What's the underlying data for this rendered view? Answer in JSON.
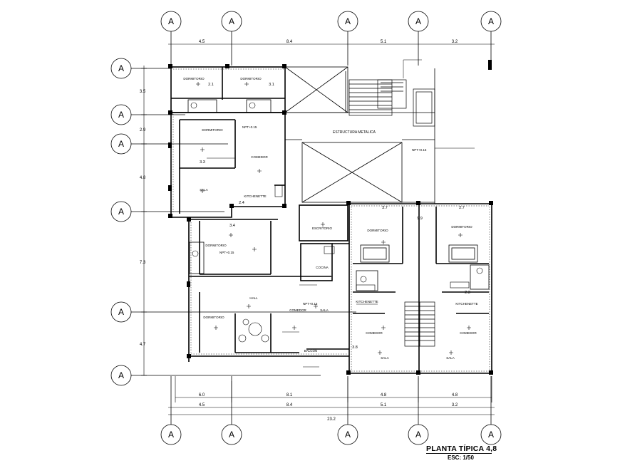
{
  "grid_bubble_label": "A",
  "dims_top": [
    "4.5",
    "8.4",
    "5.1",
    "3.2"
  ],
  "dims_bottom_inner": [
    "6.0",
    "8.1",
    "4.8",
    "4.8"
  ],
  "dims_bottom_outer": [
    "4.5",
    "8.4",
    "5.1",
    "3.2"
  ],
  "dim_total": "23.2",
  "dims_left": [
    "3.5",
    "2.9",
    "4.8",
    "7.3",
    "4.7"
  ],
  "rooms": {
    "dormitorio": "DORMITORIO",
    "dormitorio_2": "DORMITORIO",
    "dormitorio_3": "DORMITORIO",
    "dormitorio_4": "DORMITORIO",
    "dormitorio_5": "DORMITORIO",
    "dormitorio_6": "DORMITORIO",
    "comedor": "COMEDOR",
    "comedor_2": "COMEDOR",
    "comedor_3": "COMEDOR",
    "sala": "SALA",
    "sala_2": "SALA",
    "sala_3": "SALA",
    "sala_4": "SALA",
    "kitchenette": "KITCHENETTE",
    "kitchenette_2": "KITCHENETTE",
    "kitchenette_3": "KITCHENETTE",
    "escritorio": "ESCRITORIO",
    "cocina": "COCINA",
    "hall": "HALL",
    "balcon": "BALCON",
    "estructura": "ESTRUCTURA METALICA"
  },
  "levels": {
    "l1": "NPT+0.15",
    "l2": "NPT+0.15",
    "l3": "NPT+0.15",
    "l4": "NPT+0.15"
  },
  "small_dims": {
    "d21": "2.1",
    "d31": "3.1",
    "d33": "3.3",
    "d34": "3.4",
    "d24": "2.4",
    "d37": "3.7",
    "d99": "9.9",
    "d27": "2.7",
    "d23": "2.3",
    "d38": "3.8"
  },
  "title": "PLANTA TÍPICA 4,8",
  "scale": "ESC: 1/50"
}
